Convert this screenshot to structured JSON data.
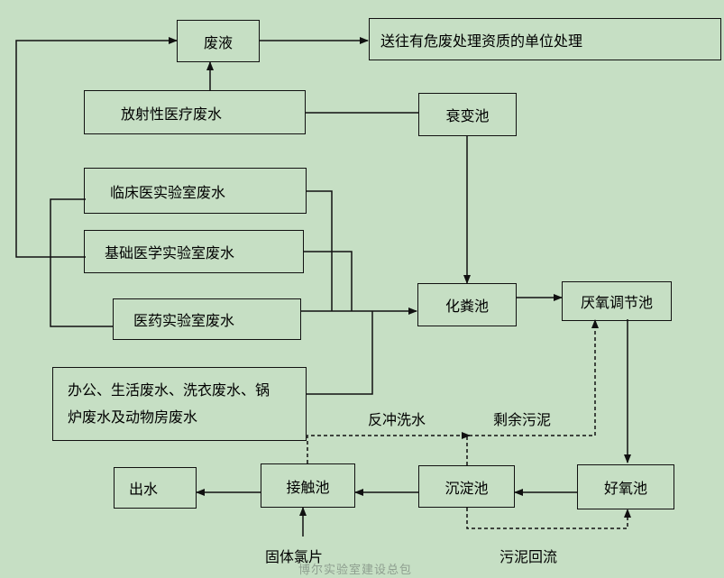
{
  "nodes": {
    "waste_liquid": "废液",
    "qualified_disposal": "送往有危废处理资质的单位处理",
    "radioactive": "放射性医疗废水",
    "decay_tank": "衰变池",
    "clinical": "临床医实验室废水",
    "basic": "基础医学实验室废水",
    "pharma": "医药实验室废水",
    "office_line1": "办公、生活废水、洗衣废水、锅",
    "office_line2": "炉废水及动物房废水",
    "septic": "化粪池",
    "anaerobic": "厌氧调节池",
    "aerobic": "好氧池",
    "sedimentation": "沉淀池",
    "contact": "接触池",
    "effluent": "出水"
  },
  "labels": {
    "backwash": "反冲洗水",
    "excess_sludge": "剩余污泥",
    "sludge_return": "污泥回流",
    "chlorine": "固体氯片"
  },
  "watermark": "博尔实验室建设总包",
  "colors": {
    "background": "#c6dfc4",
    "line": "#111111"
  }
}
